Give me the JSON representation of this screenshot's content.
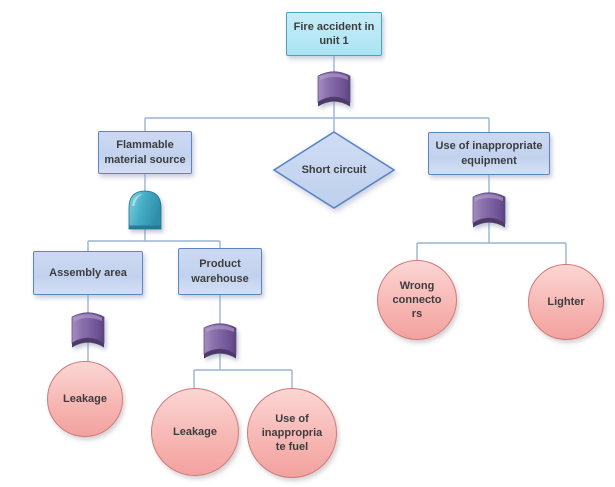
{
  "diagram_type": "fault-tree",
  "nodes": {
    "fire_accident": {
      "label": "Fire accident in unit 1",
      "shape": "rectangle",
      "role": "top-event"
    },
    "flammable_source": {
      "label": "Flammable material source",
      "shape": "rectangle",
      "role": "intermediate-event"
    },
    "short_circuit": {
      "label": "Short circuit",
      "shape": "diamond",
      "role": "undeveloped-event"
    },
    "inappropriate_equipment": {
      "label": "Use of inappropriate equipment",
      "shape": "rectangle",
      "role": "intermediate-event"
    },
    "assembly_area": {
      "label": "Assembly area",
      "shape": "rectangle",
      "role": "intermediate-event"
    },
    "product_warehouse": {
      "label": "Product warehouse",
      "shape": "rectangle",
      "role": "intermediate-event"
    },
    "leakage_assembly": {
      "label": "Leakage",
      "shape": "circle",
      "role": "basic-event"
    },
    "leakage_warehouse": {
      "label": "Leakage",
      "shape": "circle",
      "role": "basic-event"
    },
    "inappropriate_fuel": {
      "label": "Use of inappropriate fuel",
      "shape": "circle",
      "role": "basic-event"
    },
    "wrong_connectors": {
      "label": "Wrong connectors",
      "shape": "circle",
      "role": "basic-event"
    },
    "lighter": {
      "label": "Lighter",
      "shape": "circle",
      "role": "basic-event"
    }
  },
  "gates": {
    "top": {
      "type": "or-gate",
      "color": "#7a5fa0"
    },
    "flammable": {
      "type": "and-gate",
      "color": "#3ba6c0"
    },
    "assembly": {
      "type": "or-gate",
      "color": "#7a5fa0"
    },
    "warehouse": {
      "type": "or-gate",
      "color": "#7a5fa0"
    },
    "equipment": {
      "type": "or-gate",
      "color": "#7a5fa0"
    }
  },
  "structure": {
    "root": "fire_accident",
    "relations": [
      {
        "parent": "fire_accident",
        "gate": "or",
        "children": [
          "flammable_source",
          "short_circuit",
          "inappropriate_equipment"
        ]
      },
      {
        "parent": "flammable_source",
        "gate": "and",
        "children": [
          "assembly_area",
          "product_warehouse"
        ]
      },
      {
        "parent": "assembly_area",
        "gate": "or",
        "children": [
          "leakage_assembly"
        ]
      },
      {
        "parent": "product_warehouse",
        "gate": "or",
        "children": [
          "leakage_warehouse",
          "inappropriate_fuel"
        ]
      },
      {
        "parent": "inappropriate_equipment",
        "gate": "or",
        "children": [
          "wrong_connectors",
          "lighter"
        ]
      }
    ]
  },
  "colors": {
    "top_event_fill": "#b7e7f5",
    "top_event_border": "#46a4c4",
    "branch_fill": "#c6d5ef",
    "branch_border": "#5b86c4",
    "basic_event_fill": "#f6b2af",
    "basic_event_border": "#ce7b78",
    "or_gate": "#7a5fa0",
    "and_gate": "#3ba6c0",
    "connector_line": "#9ab4d6",
    "text": "#3d3d3d",
    "background": "#ffffff"
  }
}
